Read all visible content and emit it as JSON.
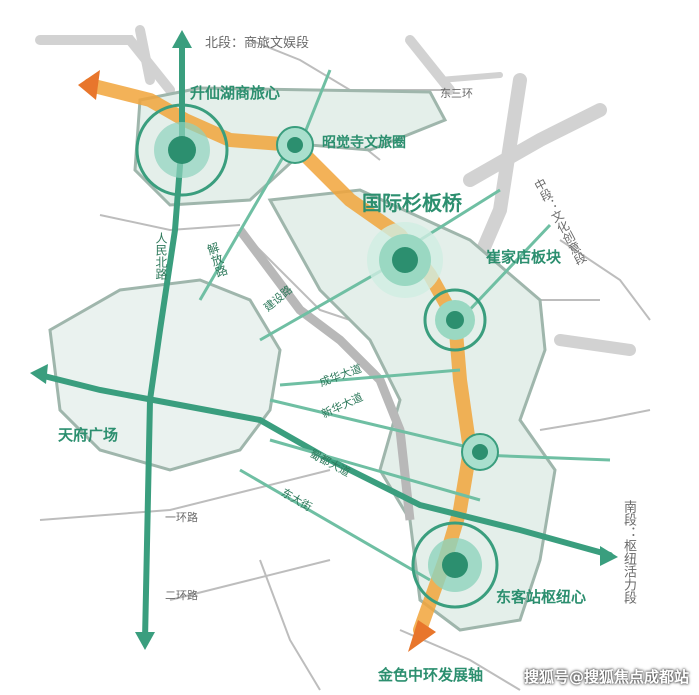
{
  "colors": {
    "axis_orange": "#f0a23a",
    "axis_green": "#3a9e7e",
    "road_grey": "#c8c8c8",
    "district_fill": "#e6f0ec"
  },
  "labels": {
    "north_section": "北段：商旅文娱段",
    "shengxianhu": "升仙湖商旅心",
    "zhaojuesi": "昭觉寺文旅圈",
    "guoji_shanbanqiao": "国际杉板桥",
    "cuijiadian": "崔家店板块",
    "middle_section": "中段：文化创意段",
    "south_section": "南段：枢纽活力段",
    "dongke_station": "东客站枢纽心",
    "golden_axis": "金色中环发展轴",
    "tianfu_square": "天府广场",
    "renmin_north": "人民北路",
    "jiefang_road": "解放路",
    "jianshe_road": "建设路",
    "chenghua_avenue": "成华大道",
    "xinhua_avenue": "新华大道",
    "shudu_avenue": "蜀都大道",
    "dong_street": "东大街",
    "ring1": "一环路",
    "ring2": "二环路",
    "ring3": "东三环"
  },
  "watermark": "搜狐号@搜狐焦点成都站"
}
